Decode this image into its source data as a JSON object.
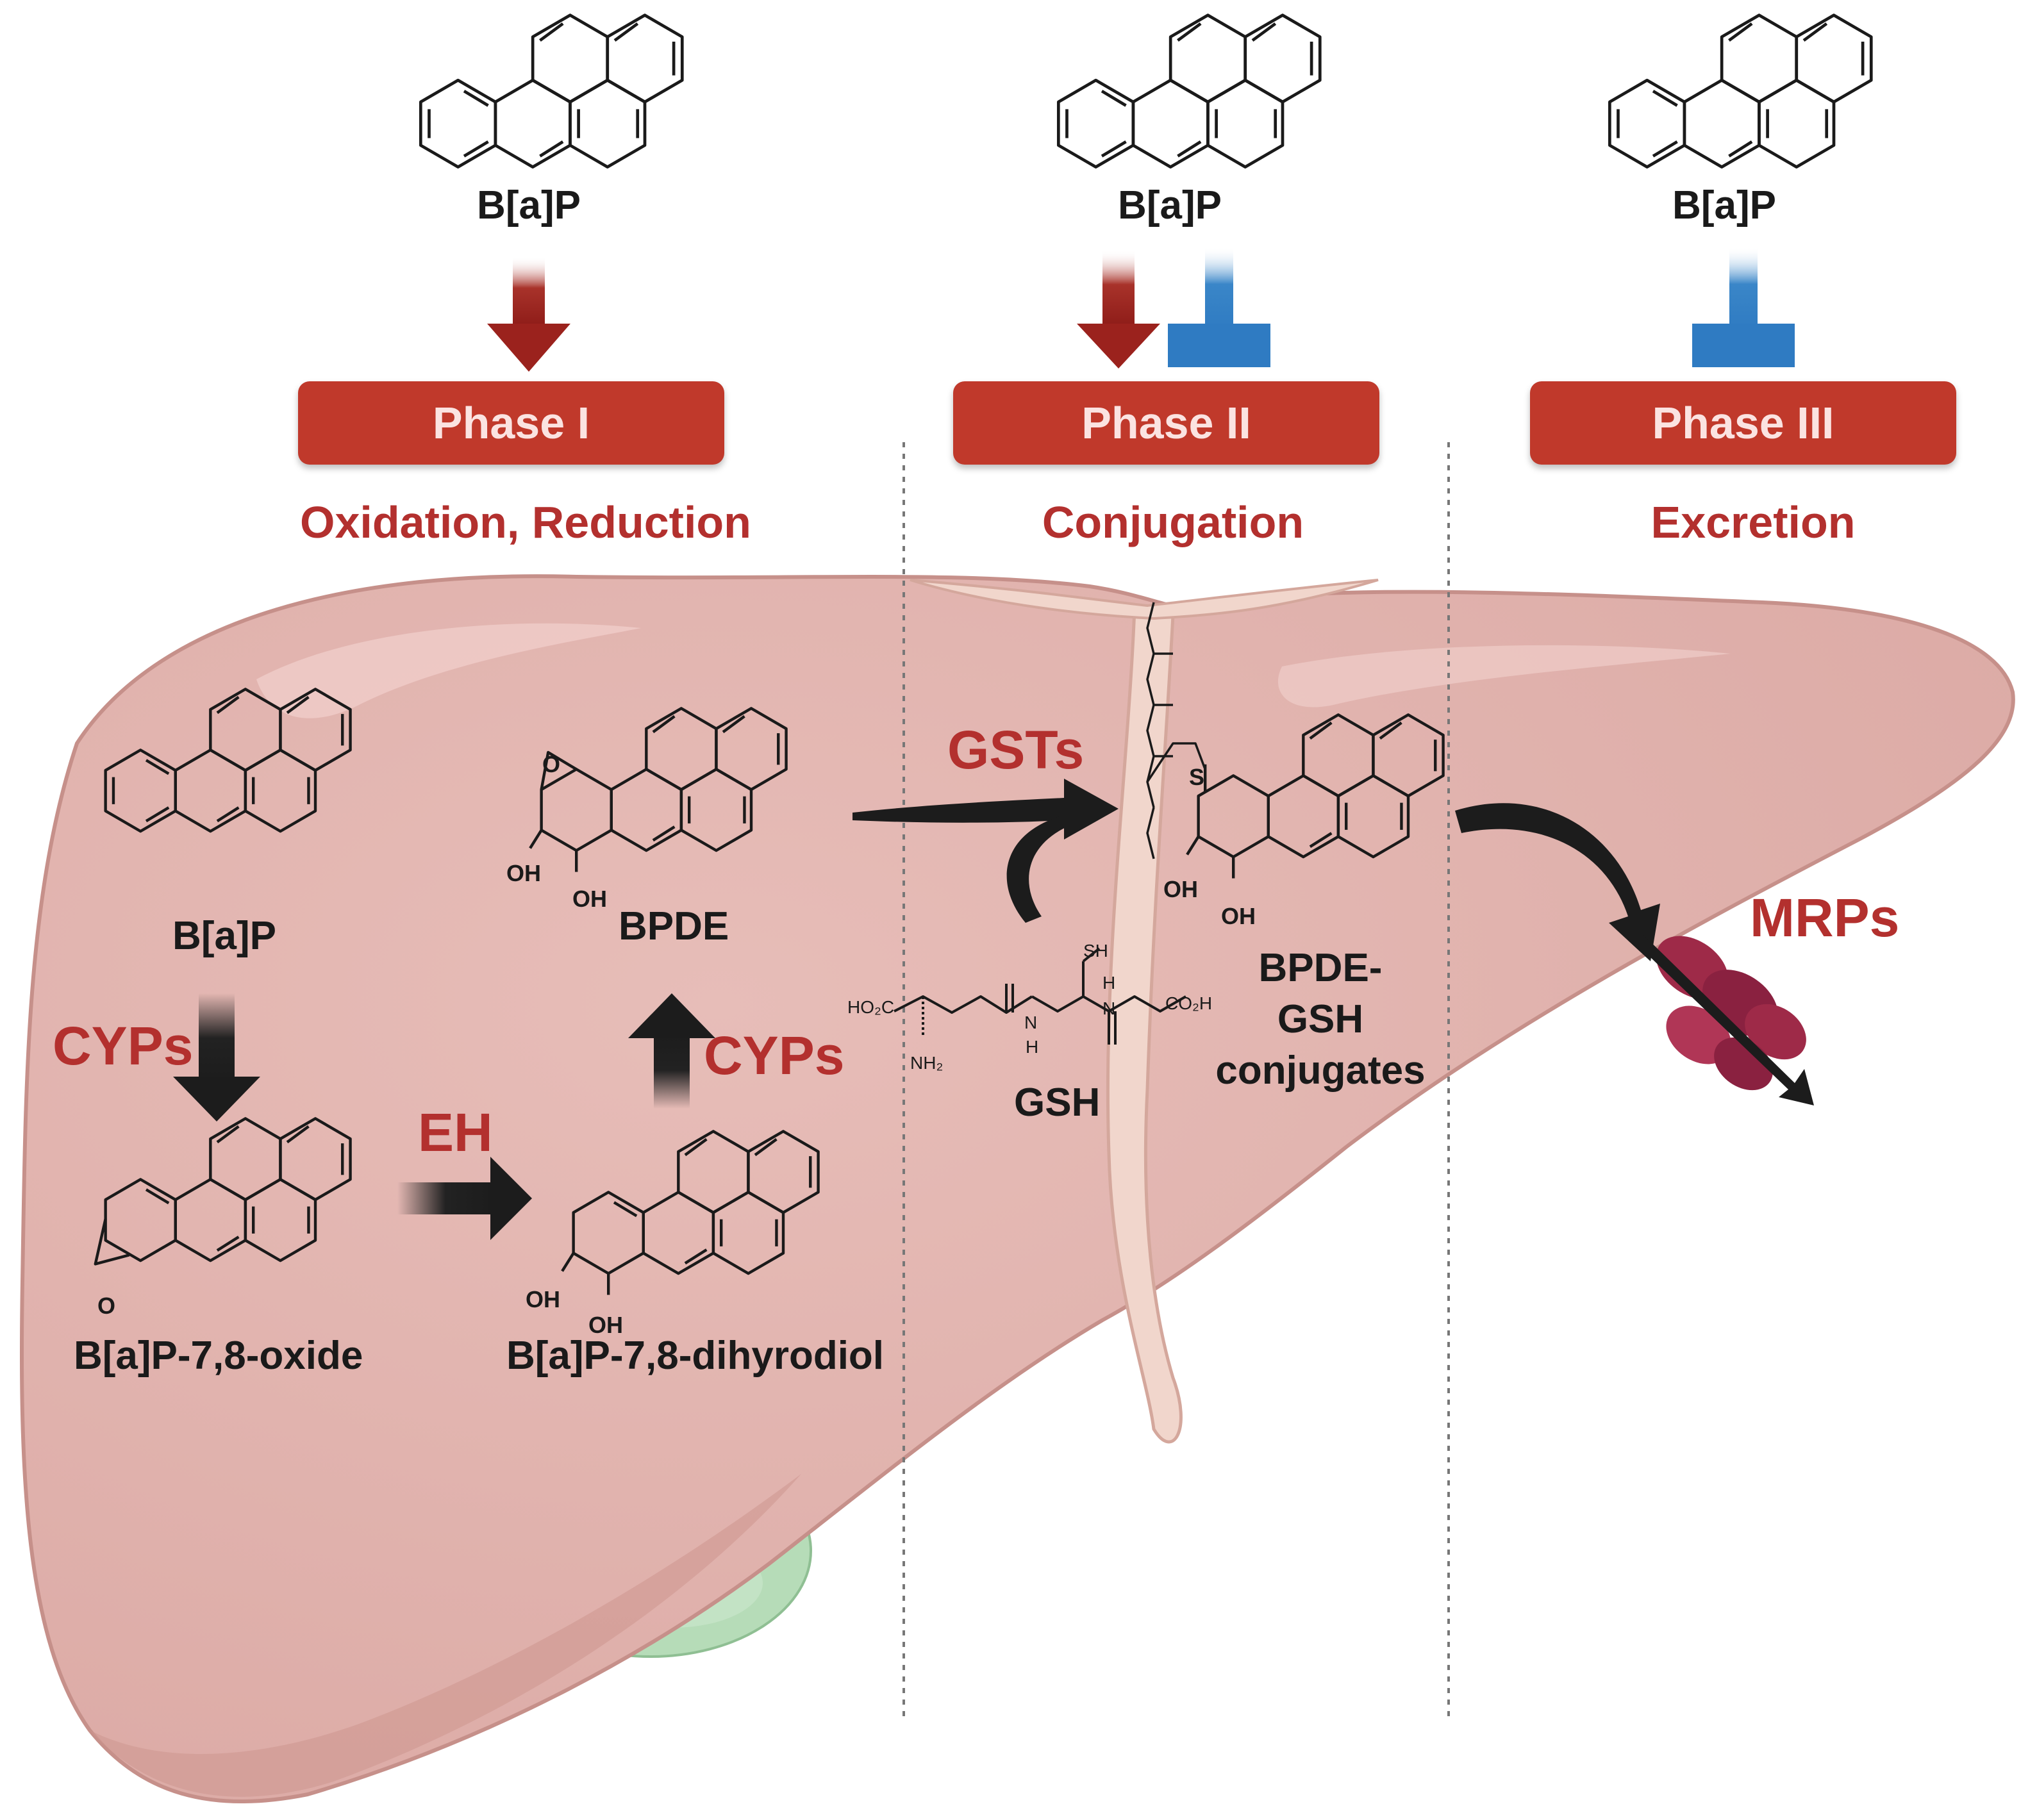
{
  "phases": [
    {
      "molecule": "B[a]P",
      "title": "Phase I",
      "subtitle": "Oxidation, Reduction"
    },
    {
      "molecule": "B[a]P",
      "title": "Phase II",
      "subtitle": "Conjugation"
    },
    {
      "molecule": "B[a]P",
      "title": "Phase III",
      "subtitle": "Excretion"
    }
  ],
  "pathway": {
    "bap": "B[a]P",
    "cyps_1": "CYPs",
    "oxide": "B[a]P-7,8-oxide",
    "eh": "EH",
    "dihydrodiol": "B[a]P-7,8-dihyrodiol",
    "cyps_2": "CYPs",
    "bpde": "BPDE",
    "gsts": "GSTs",
    "gsh": "GSH",
    "conjugate_lines": [
      "BPDE-",
      "GSH",
      "conjugates"
    ],
    "mrps": "MRPs"
  },
  "atom_labels": {
    "oh": "OH",
    "o": "O",
    "s": "S",
    "sh": "SH",
    "h": "H",
    "n": "N",
    "ho2c": "HO₂C",
    "co2h": "CO₂H",
    "nh2": "NH₂"
  },
  "colors": {
    "phase_red": "#c0392b",
    "text_red": "#b3302e",
    "inhibit_blue": "#2f80c8",
    "liver": "#e2b5b0",
    "gallbladder": "#b6dcb8",
    "transporter": "#9e2a48"
  }
}
